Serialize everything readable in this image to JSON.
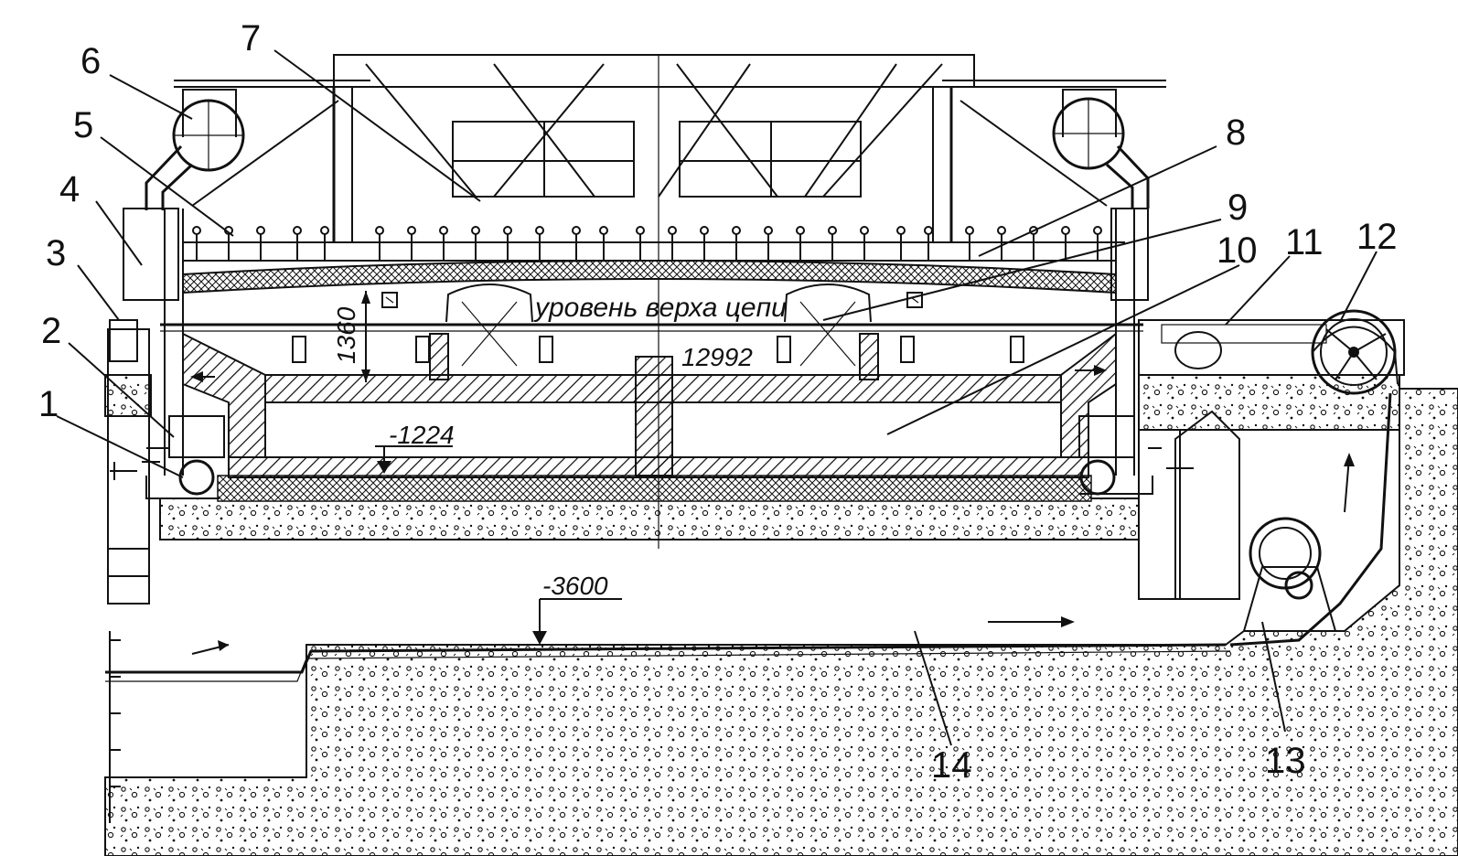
{
  "callouts": [
    "1",
    "2",
    "3",
    "4",
    "5",
    "6",
    "7",
    "8",
    "9",
    "10",
    "11",
    "12",
    "13",
    "14"
  ],
  "dimensions": {
    "height_1360": "1360",
    "length_12992": "12992",
    "level_minus_1224": "-1224",
    "level_minus_3600": "-3600"
  },
  "caption": "уровень верха цепи",
  "colors": {
    "line": "#111111",
    "background": "#ffffff"
  }
}
